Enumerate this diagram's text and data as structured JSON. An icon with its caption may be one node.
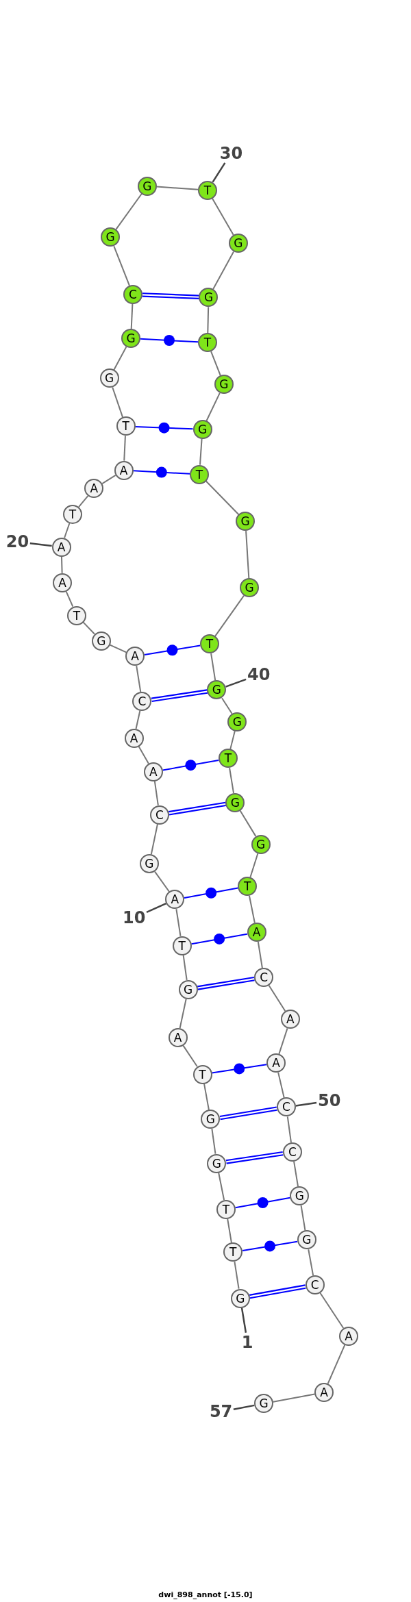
{
  "diagram": {
    "caption": "dwi_898_annot [-15.0]",
    "nodes": [
      {
        "text": [
          "G"
        ]
      },
      {
        "text": [
          "T"
        ]
      },
      {
        "text": [
          "T"
        ]
      },
      {
        "text": [
          "G"
        ]
      },
      {
        "text": [
          "G"
        ]
      },
      {
        "text": [
          "T"
        ]
      },
      {
        "text": [
          "A"
        ]
      },
      {
        "text": [
          "G"
        ]
      },
      {
        "text": [
          "T"
        ]
      },
      {
        "text": [
          "A"
        ]
      },
      {
        "text": [
          "G"
        ]
      },
      {
        "text": [
          "C"
        ]
      },
      {
        "text": [
          "A"
        ]
      },
      {
        "text": [
          "A"
        ]
      },
      {
        "text": [
          "C"
        ]
      },
      {
        "text": [
          "A"
        ]
      },
      {
        "text": [
          "G"
        ]
      },
      {
        "text": [
          "T"
        ]
      },
      {
        "text": [
          "A"
        ]
      },
      {
        "text": [
          "A"
        ]
      },
      {
        "text": [
          "T"
        ]
      },
      {
        "text": [
          "A"
        ]
      },
      {
        "text": [
          "A"
        ]
      },
      {
        "text": [
          "T"
        ]
      },
      {
        "text": [
          "G"
        ]
      },
      {
        "text": [
          "G"
        ]
      },
      {
        "text": [
          "C"
        ]
      },
      {
        "text": [
          "G"
        ]
      },
      {
        "text": [
          "G"
        ]
      },
      {
        "text": [
          "T"
        ]
      },
      {
        "text": [
          "G"
        ]
      },
      {
        "text": [
          "G"
        ]
      },
      {
        "text": [
          "T"
        ]
      },
      {
        "text": [
          "G"
        ]
      },
      {
        "text": [
          "G"
        ]
      },
      {
        "text": [
          "T"
        ]
      },
      {
        "text": [
          "G"
        ]
      },
      {
        "text": [
          "G"
        ]
      },
      {
        "text": [
          "T"
        ]
      },
      {
        "text": [
          "G"
        ]
      },
      {
        "text": [
          "G"
        ]
      },
      {
        "text": [
          "T"
        ]
      },
      {
        "text": [
          "G"
        ]
      },
      {
        "text": [
          "G"
        ]
      },
      {
        "text": [
          "T"
        ]
      },
      {
        "text": [
          "A"
        ]
      },
      {
        "text": [
          "C"
        ]
      },
      {
        "text": [
          "A"
        ]
      },
      {
        "text": [
          "A"
        ]
      },
      {
        "text": [
          "C"
        ]
      },
      {
        "text": [
          "C"
        ]
      },
      {
        "text": [
          "G"
        ]
      },
      {
        "text": [
          "G"
        ]
      },
      {
        "text": [
          "C"
        ]
      },
      {
        "text": [
          "A"
        ]
      },
      {
        "text": [
          "A"
        ]
      },
      {
        "text": [
          "G"
        ]
      },
      {
        "text": [
          "1"
        ]
      },
      {
        "text": [
          "10"
        ]
      },
      {
        "text": [
          "20"
        ]
      },
      {
        "text": [
          "30"
        ]
      },
      {
        "text": [
          "40"
        ]
      },
      {
        "text": [
          "50"
        ]
      },
      {
        "text": [
          "57"
        ]
      }
    ],
    "edges": [
      {
        "from": 0,
        "to": 1,
        "arrow": "none"
      },
      {
        "from": 1,
        "to": 2,
        "arrow": "none"
      },
      {
        "from": 2,
        "to": 3,
        "arrow": "none"
      },
      {
        "from": 3,
        "to": 4,
        "arrow": "none"
      },
      {
        "from": 4,
        "to": 5,
        "arrow": "none"
      },
      {
        "from": 5,
        "to": 6,
        "arrow": "none"
      },
      {
        "from": 6,
        "to": 7,
        "arrow": "none"
      },
      {
        "from": 7,
        "to": 8,
        "arrow": "none"
      },
      {
        "from": 8,
        "to": 9,
        "arrow": "none"
      },
      {
        "from": 9,
        "to": 10,
        "arrow": "none"
      },
      {
        "from": 10,
        "to": 11,
        "arrow": "none"
      },
      {
        "from": 11,
        "to": 12,
        "arrow": "none"
      },
      {
        "from": 12,
        "to": 13,
        "arrow": "none"
      },
      {
        "from": 13,
        "to": 14,
        "arrow": "none"
      },
      {
        "from": 14,
        "to": 15,
        "arrow": "none"
      },
      {
        "from": 15,
        "to": 16,
        "arrow": "none"
      },
      {
        "from": 16,
        "to": 17,
        "arrow": "none"
      },
      {
        "from": 17,
        "to": 18,
        "arrow": "none"
      },
      {
        "from": 18,
        "to": 19,
        "arrow": "none"
      },
      {
        "from": 19,
        "to": 20,
        "arrow": "none"
      },
      {
        "from": 20,
        "to": 21,
        "arrow": "none"
      },
      {
        "from": 21,
        "to": 22,
        "arrow": "none"
      },
      {
        "from": 22,
        "to": 23,
        "arrow": "none"
      },
      {
        "from": 23,
        "to": 24,
        "arrow": "none"
      },
      {
        "from": 24,
        "to": 25,
        "arrow": "none"
      },
      {
        "from": 25,
        "to": 26,
        "arrow": "none"
      },
      {
        "from": 26,
        "to": 27,
        "arrow": "none"
      },
      {
        "from": 27,
        "to": 28,
        "arrow": "none"
      },
      {
        "from": 28,
        "to": 29,
        "arrow": "none"
      },
      {
        "from": 29,
        "to": 30,
        "arrow": "none"
      },
      {
        "from": 30,
        "to": 31,
        "arrow": "none"
      },
      {
        "from": 31,
        "to": 32,
        "arrow": "none"
      },
      {
        "from": 32,
        "to": 33,
        "arrow": "none"
      },
      {
        "from": 33,
        "to": 34,
        "arrow": "none"
      },
      {
        "from": 34,
        "to": 35,
        "arrow": "none"
      },
      {
        "from": 35,
        "to": 36,
        "arrow": "none"
      },
      {
        "from": 36,
        "to": 37,
        "arrow": "none"
      },
      {
        "from": 37,
        "to": 38,
        "arrow": "none"
      },
      {
        "from": 38,
        "to": 39,
        "arrow": "none"
      },
      {
        "from": 39,
        "to": 40,
        "arrow": "none"
      },
      {
        "from": 40,
        "to": 41,
        "arrow": "none"
      },
      {
        "from": 41,
        "to": 42,
        "arrow": "none"
      },
      {
        "from": 42,
        "to": 43,
        "arrow": "none"
      },
      {
        "from": 43,
        "to": 44,
        "arrow": "none"
      },
      {
        "from": 44,
        "to": 45,
        "arrow": "none"
      },
      {
        "from": 45,
        "to": 46,
        "arrow": "none"
      },
      {
        "from": 46,
        "to": 47,
        "arrow": "none"
      },
      {
        "from": 47,
        "to": 48,
        "arrow": "none"
      },
      {
        "from": 48,
        "to": 49,
        "arrow": "none"
      },
      {
        "from": 49,
        "to": 50,
        "arrow": "none"
      },
      {
        "from": 50,
        "to": 51,
        "arrow": "none"
      },
      {
        "from": 51,
        "to": 52,
        "arrow": "none"
      },
      {
        "from": 52,
        "to": 53,
        "arrow": "none"
      },
      {
        "from": 53,
        "to": 54,
        "arrow": "none"
      },
      {
        "from": 54,
        "to": 55,
        "arrow": "none"
      },
      {
        "from": 55,
        "to": 56,
        "arrow": "none"
      },
      {
        "from": 0,
        "to": 53,
        "arrow": "none",
        "style": "thick",
        "color": "#0000ff"
      },
      {
        "from": 1,
        "to": 52,
        "arrow": "none",
        "color": "#0000ff"
      },
      {
        "from": 2,
        "to": 51,
        "arrow": "none",
        "color": "#0000ff"
      },
      {
        "from": 3,
        "to": 50,
        "arrow": "none",
        "style": "thick",
        "color": "#0000ff"
      },
      {
        "from": 4,
        "to": 49,
        "arrow": "none",
        "style": "thick",
        "color": "#0000ff"
      },
      {
        "from": 5,
        "to": 48,
        "arrow": "none",
        "color": "#0000ff"
      },
      {
        "from": 7,
        "to": 46,
        "arrow": "none",
        "style": "thick",
        "color": "#0000ff"
      },
      {
        "from": 8,
        "to": 45,
        "arrow": "none",
        "color": "#0000ff"
      },
      {
        "from": 9,
        "to": 44,
        "arrow": "none",
        "color": "#0000ff"
      },
      {
        "from": 11,
        "to": 42,
        "arrow": "none",
        "style": "thick",
        "color": "#0000ff"
      },
      {
        "from": 12,
        "to": 41,
        "arrow": "none",
        "color": "#0000ff"
      },
      {
        "from": 14,
        "to": 39,
        "arrow": "none",
        "style": "thick",
        "color": "#0000ff"
      },
      {
        "from": 15,
        "to": 38,
        "arrow": "none",
        "color": "#0000ff"
      },
      {
        "from": 22,
        "to": 35,
        "arrow": "none",
        "color": "#0000ff"
      },
      {
        "from": 23,
        "to": 34,
        "arrow": "none",
        "color": "#0000ff"
      },
      {
        "from": 25,
        "to": 32,
        "arrow": "none",
        "color": "#0000ff"
      },
      {
        "from": 26,
        "to": 31,
        "arrow": "none",
        "style": "thick",
        "color": "#0000ff"
      },
      {
        "from": 57,
        "to": 0,
        "arrow": "none"
      },
      {
        "from": 58,
        "to": 9,
        "arrow": "none"
      },
      {
        "from": 59,
        "to": 19,
        "arrow": "none"
      },
      {
        "from": 60,
        "to": 29,
        "arrow": "none"
      },
      {
        "from": 61,
        "to": 39,
        "arrow": "none"
      },
      {
        "from": 62,
        "to": 49,
        "arrow": "none"
      },
      {
        "from": 63,
        "to": 56,
        "arrow": "none"
      }
    ]
  }
}
